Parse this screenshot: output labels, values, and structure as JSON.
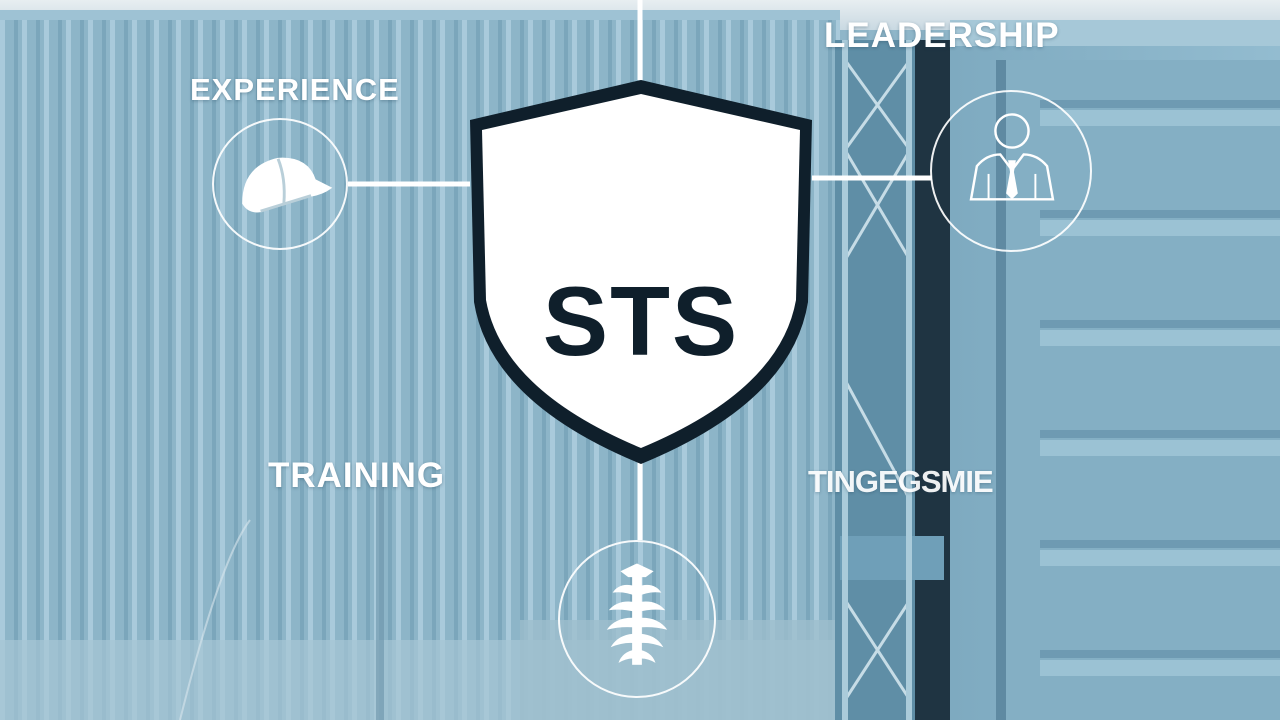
{
  "center": {
    "badge_text": "STS"
  },
  "labels": {
    "experience": "EXPERIENCE",
    "leadership": "LEADERSHIP",
    "training": "TRAINING",
    "fourth": "TINGEGSMIE"
  },
  "icons": {
    "experience": "hard-hat-icon",
    "leadership": "businessman-icon",
    "training": "spine-icon"
  },
  "colors": {
    "background": "#8fb6c9",
    "shield_fill": "#ffffff",
    "shield_outline": "#0f1f2b",
    "line": "#ffffff"
  }
}
